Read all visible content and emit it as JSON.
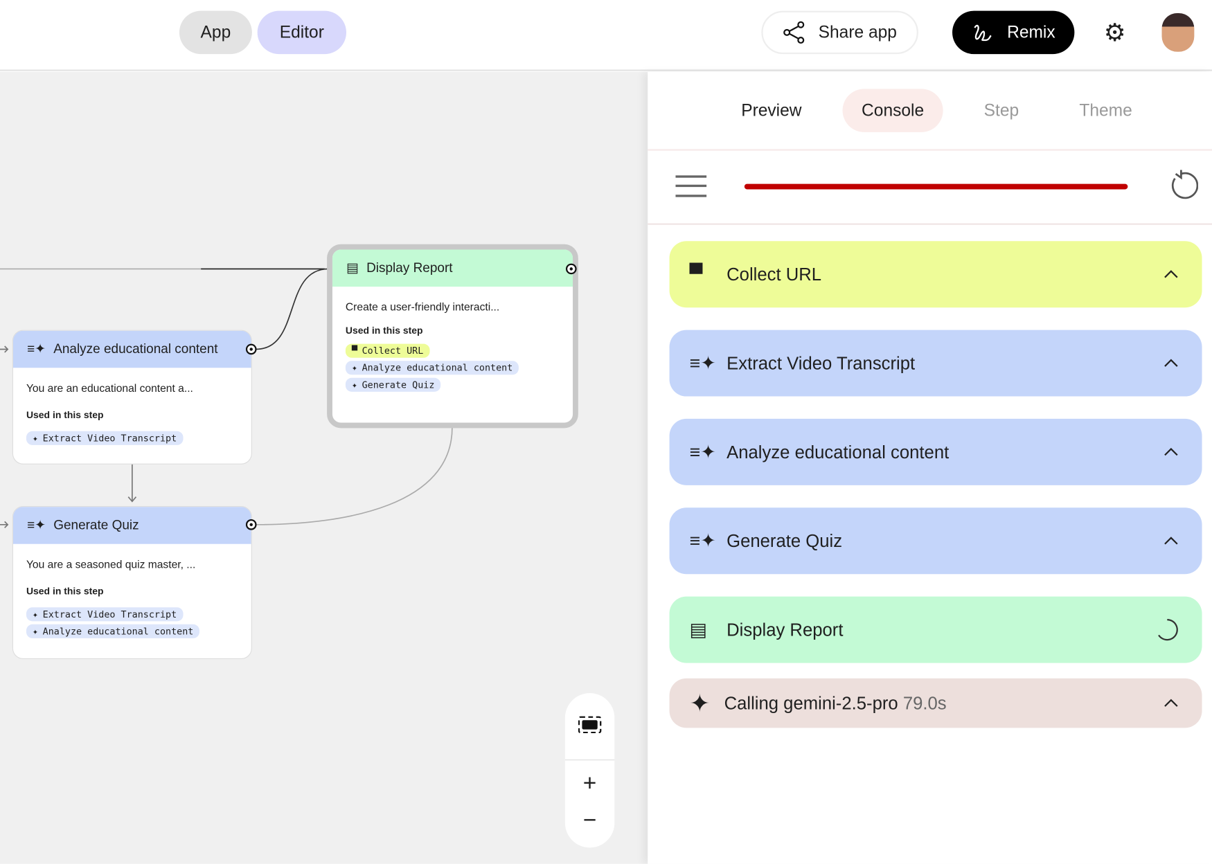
{
  "header": {
    "app_label": "App",
    "editor_label": "Editor",
    "share_label": "Share app",
    "remix_label": "Remix"
  },
  "canvas": {
    "nodes": [
      {
        "title": "Analyze educational content",
        "desc": "You are an educational content a...",
        "used_label": "Used in this step",
        "chips": [
          "Extract Video Transcript"
        ]
      },
      {
        "title": "Generate Quiz",
        "desc": "You are a seasoned quiz master, ...",
        "used_label": "Used in this step",
        "chips": [
          "Extract Video Transcript",
          "Analyze educational content"
        ]
      },
      {
        "title": "Display Report",
        "desc": "Create a user-friendly interacti...",
        "used_label": "Used in this step",
        "chips": [
          "Collect URL",
          "Analyze educational content",
          "Generate Quiz"
        ]
      }
    ]
  },
  "panel": {
    "tabs": [
      "Preview",
      "Console",
      "Step",
      "Theme"
    ],
    "active_tab": "Console",
    "progress_percent": 100,
    "progress_color": "#c00000",
    "steps": [
      {
        "title": "Collect URL",
        "color": "#eefc98",
        "icon": "input-icon",
        "state": "expanded"
      },
      {
        "title": "Extract Video Transcript",
        "color": "#c4d5fa",
        "icon": "generate-icon",
        "state": "expanded"
      },
      {
        "title": "Analyze educational content",
        "color": "#c4d5fa",
        "icon": "generate-icon",
        "state": "expanded"
      },
      {
        "title": "Generate Quiz",
        "color": "#c4d5fa",
        "icon": "generate-icon",
        "state": "expanded"
      },
      {
        "title": "Display Report",
        "color": "#c3fad5",
        "icon": "display-icon",
        "state": "loading"
      }
    ],
    "calling": {
      "label": "Calling gemini-2.5-pro",
      "time": "79.0s"
    }
  }
}
